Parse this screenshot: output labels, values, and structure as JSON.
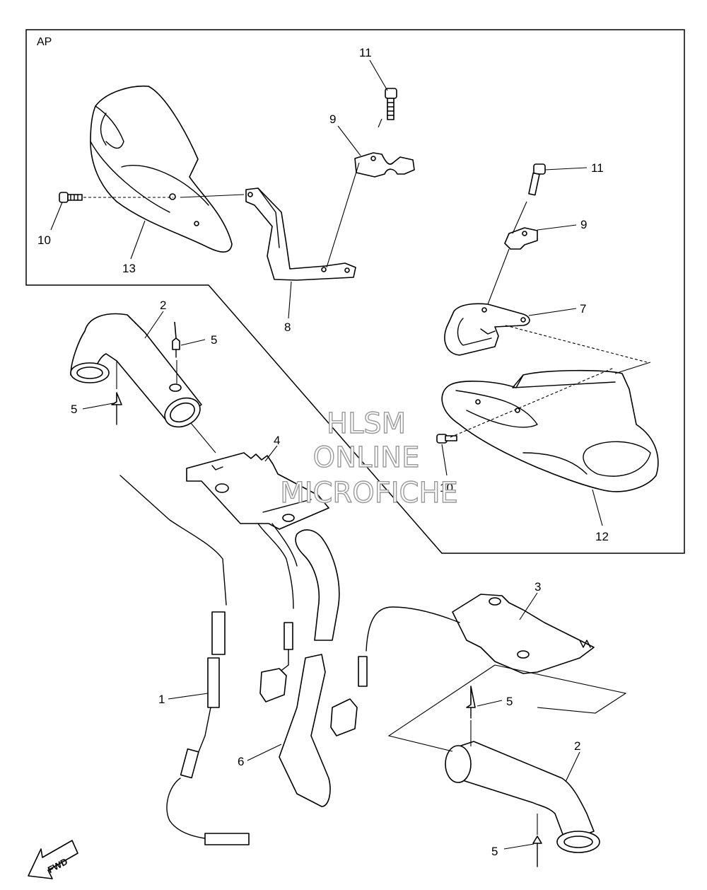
{
  "group_label": "AP",
  "callouts": {
    "c1": "1",
    "c2a": "2",
    "c2b": "2",
    "c3": "3",
    "c4": "4",
    "c5a": "5",
    "c5b": "5",
    "c5c": "5",
    "c5d": "5",
    "c6": "6",
    "c7": "7",
    "c8": "8",
    "c9a": "9",
    "c9b": "9",
    "c10a": "10",
    "c10b": "10",
    "c11a": "11",
    "c11b": "11",
    "c12": "12",
    "c13": "13"
  },
  "fwd_label": "FWD",
  "watermark": {
    "line1": "HLSM",
    "line2": "ONLINE",
    "line3": "MICROFICHE"
  }
}
